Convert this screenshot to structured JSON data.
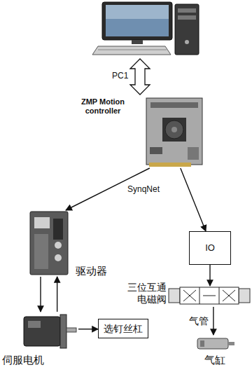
{
  "diagram": {
    "nodes": [
      {
        "text": [
          "ZMP Motion controller"
        ]
      },
      {
        "text": [
          "驱动器"
        ]
      },
      {
        "text": [
          "IO"
        ]
      },
      {
        "text": [
          "三位互通电磁阀"
        ]
      },
      {
        "text": [
          "伺服电机"
        ]
      },
      {
        "text": [
          "选钉丝杠"
        ]
      },
      {
        "text": [
          "气缸"
        ]
      }
    ],
    "edges": [
      {
        "from": 0,
        "to": 1,
        "arrow": "to"
      },
      {
        "from": 0,
        "to": 2,
        "arrow": "to"
      },
      {
        "from": 2,
        "to": 3,
        "arrow": "to"
      },
      {
        "from": 3,
        "to": 6,
        "label": "气管",
        "arrow": "to"
      },
      {
        "from": 1,
        "to": 4,
        "arrow": "to"
      },
      {
        "from": 4,
        "to": 1,
        "arrow": "to"
      },
      {
        "from": 4,
        "to": 5,
        "arrow": "to"
      }
    ],
    "labels": [
      "PC1",
      "SynqNet"
    ]
  }
}
